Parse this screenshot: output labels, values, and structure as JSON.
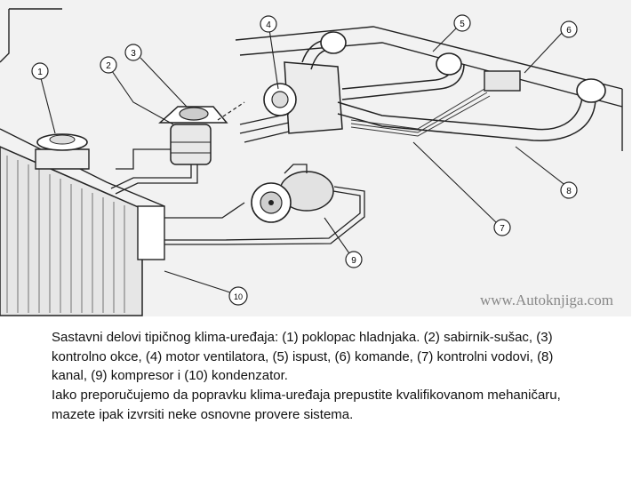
{
  "figure": {
    "watermark": "www.Autoknjiga.com",
    "callouts": [
      "1",
      "2",
      "3",
      "4",
      "5",
      "6",
      "7",
      "8",
      "9",
      "10"
    ]
  },
  "caption": {
    "line1": "Sastavni delovi tipičnog klima-uređaja: (1) poklopac hladnjaka. (2) sabirnik-sušac, (3) kontrolno okce, (4) motor ventilatora, (5) ispust, (6) komande, (7) kontrolni vodovi, (8) kanal, (9) kompresor i (10) kondenzator.",
    "line2": "Iako preporučujemo da popravku klima-uređaja prepustite kvalifikovanom mehaničaru, mazete ipak izvrsiti neke osnovne provere sistema."
  }
}
